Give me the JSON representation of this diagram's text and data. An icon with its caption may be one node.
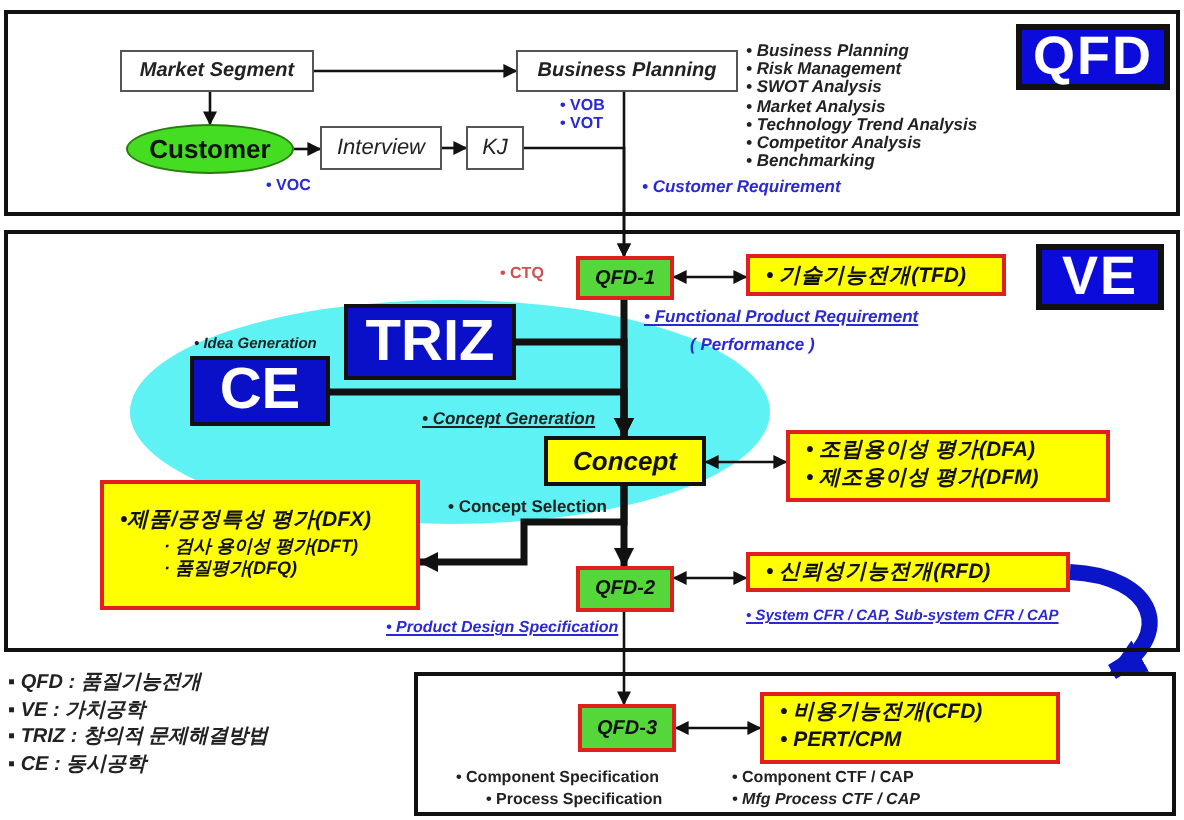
{
  "diagram": {
    "nodes": [
      {
        "text": [],
        "shape": "box"
      },
      {
        "text": [
          "Market Segment"
        ],
        "in": 0
      },
      {
        "text": [
          "Business Planning"
        ],
        "in": 0,
        "beside": [
          "• VOB",
          "• VOT"
        ]
      },
      {
        "text": [
          "QFD"
        ],
        "in": 0
      },
      {
        "text": [
          "Customer"
        ],
        "in": 0,
        "beside": [
          "• VOC"
        ]
      },
      {
        "text": [
          "Interview"
        ],
        "in": 0
      },
      {
        "text": [
          "KJ"
        ],
        "in": 0
      },
      {
        "text": [],
        "shape": "box"
      },
      {
        "text": [
          "QFD-1"
        ],
        "in": 7
      },
      {
        "text": [
          "• 기술기능전개(TFD)"
        ],
        "in": 7
      },
      {
        "text": [
          "VE"
        ],
        "in": 7
      },
      {
        "text": [
          "TRIZ"
        ],
        "in": 7
      },
      {
        "text": [
          "CE"
        ],
        "in": 7
      },
      {
        "text": [
          "Concept"
        ],
        "in": 7
      },
      {
        "text": [
          "• 조립용이성 평가(DFA)",
          "• 제조용이성 평가(DFM)"
        ],
        "in": 7
      },
      {
        "text": [
          "•제품/공정특성 평가(DFX)",
          "· 검사 용이성 평가(DFT)",
          "· 품질평가(DFQ)"
        ],
        "in": 7
      },
      {
        "text": [
          "QFD-2"
        ],
        "in": 7
      },
      {
        "text": [
          "• 신뢰성기능전개(RFD)"
        ],
        "in": 7
      },
      {
        "text": [],
        "shape": "box"
      },
      {
        "text": [
          "QFD-3"
        ],
        "in": 18
      },
      {
        "text": [
          "• 비용기능전개(CFD)",
          "• PERT/CPM"
        ],
        "in": 18
      }
    ],
    "edges": [
      {
        "from": 1,
        "to": 2,
        "arrow": "to"
      },
      {
        "from": 1,
        "to": 4,
        "arrow": "to"
      },
      {
        "from": 4,
        "to": 5,
        "arrow": "to"
      },
      {
        "from": 5,
        "to": 6,
        "arrow": "to"
      },
      {
        "from": 2,
        "to": 8,
        "arrow": "to"
      },
      {
        "from": 6,
        "to": 8,
        "arrow": "to"
      },
      {
        "from": 8,
        "to": 9,
        "arrow": "both"
      },
      {
        "from": 8,
        "to": 13,
        "arrow": "to",
        "style": "thick"
      },
      {
        "from": 11,
        "to": 13,
        "arrow": "to",
        "style": "thick"
      },
      {
        "from": 12,
        "to": 13,
        "arrow": "to",
        "style": "thick"
      },
      {
        "from": 13,
        "to": 14,
        "arrow": "both"
      },
      {
        "from": 13,
        "to": 15,
        "arrow": "to",
        "style": "thick"
      },
      {
        "from": 13,
        "to": 16,
        "arrow": "to",
        "style": "thick"
      },
      {
        "from": 16,
        "to": 17,
        "arrow": "both"
      },
      {
        "from": 16,
        "to": 19,
        "arrow": "to"
      },
      {
        "from": 19,
        "to": 20,
        "arrow": "both"
      },
      {
        "from": 17,
        "to": 18,
        "arrow": "to",
        "style": "thick",
        "color": "#0a14c8"
      }
    ],
    "labels": [
      "• Business Planning",
      "• Risk Management",
      "• SWOT Analysis",
      "• Market Analysis",
      "• Technology Trend Analysis",
      "• Competitor Analysis",
      "• Benchmarking",
      "• Customer Requirement",
      "• CTQ",
      "• Functional Product Requirement",
      "( Performance )",
      "• Idea Generation",
      "• Concept Generation",
      "• Concept Selection",
      "• Product Design Specification",
      "• System CFR / CAP,  Sub-system CFR / CAP",
      "▪ QFD : 품질기능전개",
      "▪ VE : 가치공학",
      "▪ TRIZ : 창의적 문제해결방법",
      "▪ CE : 동시공학",
      "• Component Specification",
      "• Process Specification",
      "• Component CTF / CAP",
      "• Mfg Process CTF / CAP"
    ]
  }
}
